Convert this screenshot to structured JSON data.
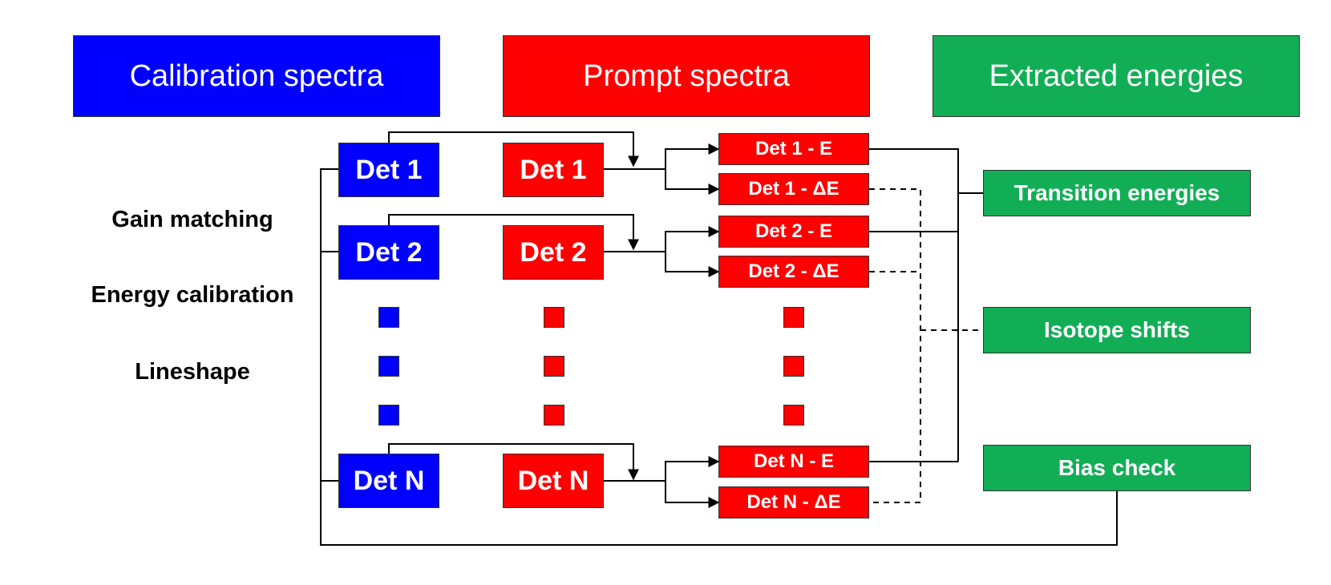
{
  "colors": {
    "blue": "#0000FF",
    "red": "#FF0000",
    "green": "#12AE56",
    "line": "#000000"
  },
  "headers": {
    "calibration": "Calibration spectra",
    "prompt": "Prompt spectra",
    "extracted": "Extracted energies"
  },
  "steps": [
    "Gain matching",
    "Energy calibration",
    "Lineshape"
  ],
  "calibration_detectors": [
    "Det 1",
    "Det 2",
    "Det N"
  ],
  "prompt_detectors": [
    "Det 1",
    "Det 2",
    "Det N"
  ],
  "energy_outputs": [
    {
      "e": "Det 1 - E",
      "de": "Det 1 - ΔE"
    },
    {
      "e": "Det 2 - E",
      "de": "Det 2 - ΔE"
    },
    {
      "e": "Det N - E",
      "de": "Det N - ΔE"
    }
  ],
  "results": [
    "Transition energies",
    "Isotope shifts",
    "Bias check"
  ]
}
